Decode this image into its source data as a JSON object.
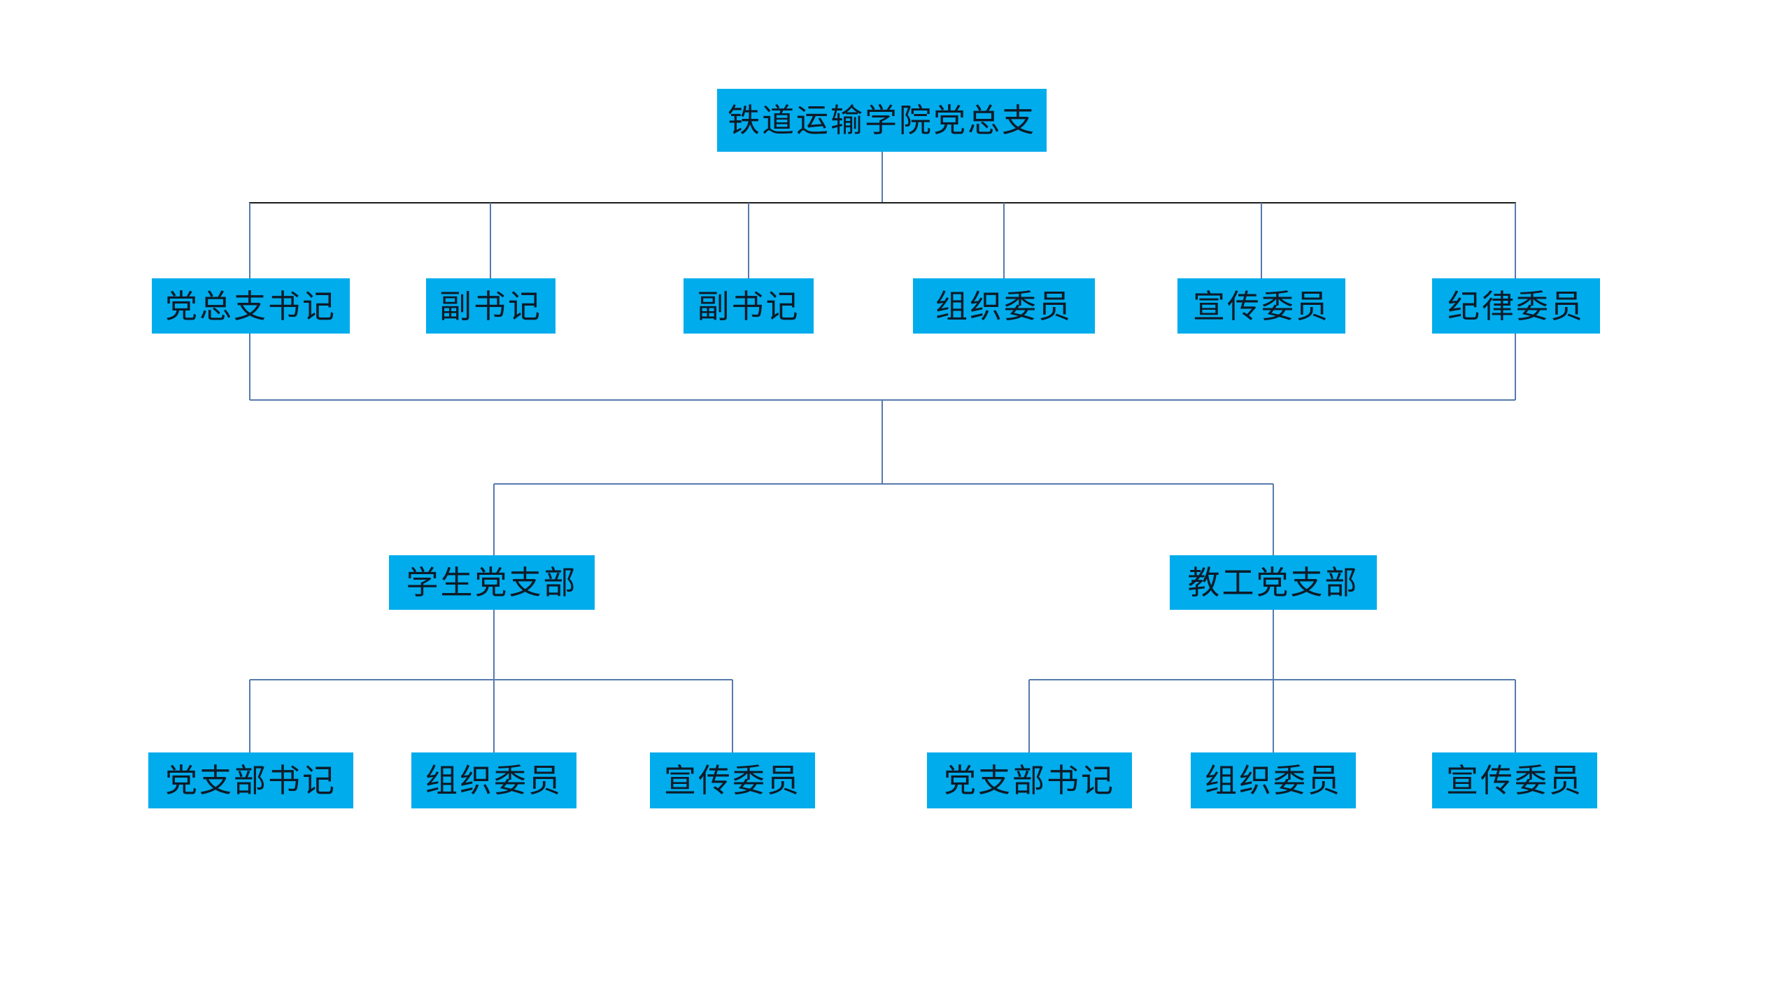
{
  "org": {
    "root": {
      "label": "铁道运输学院党总支"
    },
    "committee": [
      {
        "label": "党总支书记"
      },
      {
        "label": "副书记"
      },
      {
        "label": "副书记"
      },
      {
        "label": "组织委员"
      },
      {
        "label": "宣传委员"
      },
      {
        "label": "纪律委员"
      }
    ],
    "branches": [
      {
        "label": "学生党支部",
        "children": [
          {
            "label": "党支部书记"
          },
          {
            "label": "组织委员"
          },
          {
            "label": "宣传委员"
          }
        ]
      },
      {
        "label": "教工党支部",
        "children": [
          {
            "label": "党支部书记"
          },
          {
            "label": "组织委员"
          },
          {
            "label": "宣传委员"
          }
        ]
      }
    ]
  },
  "colors": {
    "node_fill": "#00acec",
    "node_text": "#0d1b28",
    "connector_blue": "#567aac",
    "connector_dark": "#1c1c1c",
    "background": "#ffffff"
  }
}
